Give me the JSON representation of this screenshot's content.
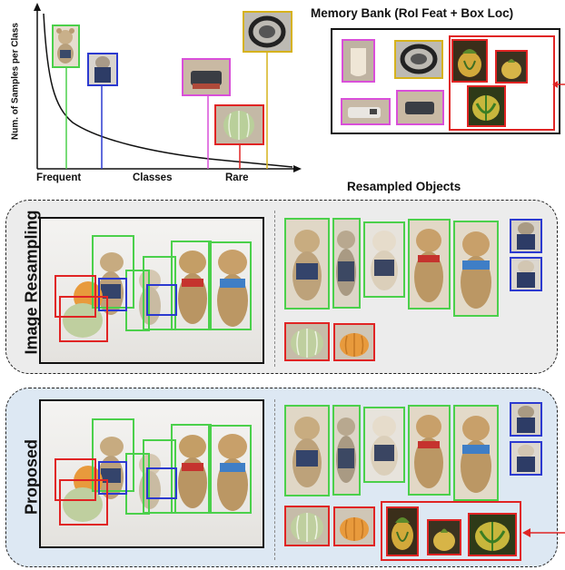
{
  "colors": {
    "frequent": "#4bd04b",
    "mid": "#2c3ad0",
    "rare_pink": "#d94fd9",
    "rare_red": "#e02424",
    "rare_yellow": "#d6b21c",
    "proposed_bg": "#dde8f3",
    "resample_bg": "#ececec"
  },
  "chart": {
    "ylabel": "Num. of Samples per Class",
    "xlabel_left": "Frequent",
    "xlabel_mid": "Classes",
    "xlabel_right": "Rare"
  },
  "memory_bank": {
    "title": "Memory Bank (RoI Feat + Box Loc)"
  },
  "resampled_title": "Resampled Objects",
  "rows": [
    {
      "label": "Image Resampling"
    },
    {
      "label": "Proposed"
    }
  ],
  "icons": [
    "teddy-bear-icon",
    "pumpkin-icon",
    "gourd-icon",
    "bag-icon",
    "tire-icon",
    "jar-icon"
  ]
}
